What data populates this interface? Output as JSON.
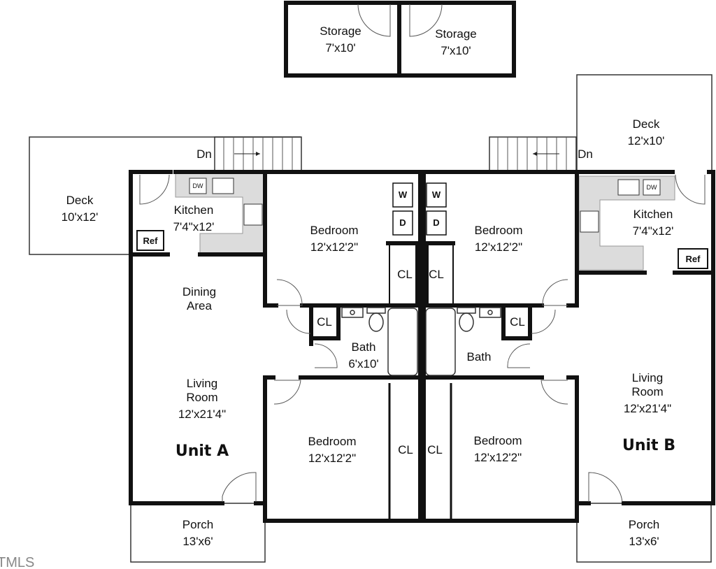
{
  "rooms": {
    "storage_left": {
      "name": "Storage",
      "size": "7'x10'"
    },
    "storage_right": {
      "name": "Storage",
      "size": "7'x10'"
    },
    "deck_left": {
      "name": "Deck",
      "size": "10'x12'"
    },
    "deck_right": {
      "name": "Deck",
      "size": "12'x10'"
    },
    "kitchen_a": {
      "name": "Kitchen",
      "size": "7'4\"x12'"
    },
    "kitchen_b": {
      "name": "Kitchen",
      "size": "7'4\"x12'"
    },
    "bedroom_tl": {
      "name": "Bedroom",
      "size": "12'x12'2\""
    },
    "bedroom_tr": {
      "name": "Bedroom",
      "size": "12'x12'2\""
    },
    "bedroom_bl": {
      "name": "Bedroom",
      "size": "12'x12'2\""
    },
    "bedroom_br": {
      "name": "Bedroom",
      "size": "12'x12'2\""
    },
    "dining_a": {
      "line1": "Dining",
      "line2": "Area"
    },
    "living_a": {
      "line1": "Living",
      "line2": "Room",
      "size": "12'x21'4\""
    },
    "living_b": {
      "line1": "Living",
      "line2": "Room",
      "size": "12'x21'4\""
    },
    "bath_a": {
      "name": "Bath",
      "size": "6'x10'"
    },
    "bath_b": {
      "name": "Bath"
    },
    "porch_a": {
      "name": "Porch",
      "size": "13'x6'"
    },
    "porch_b": {
      "name": "Porch",
      "size": "13'x6'"
    }
  },
  "units": {
    "a": "Unit A",
    "b": "Unit B"
  },
  "labels": {
    "closet": "CL",
    "stairs_down": "Dn",
    "refrigerator": "Ref",
    "dishwasher": "DW",
    "washer": "W",
    "dryer": "D"
  },
  "watermark": "TMLS"
}
